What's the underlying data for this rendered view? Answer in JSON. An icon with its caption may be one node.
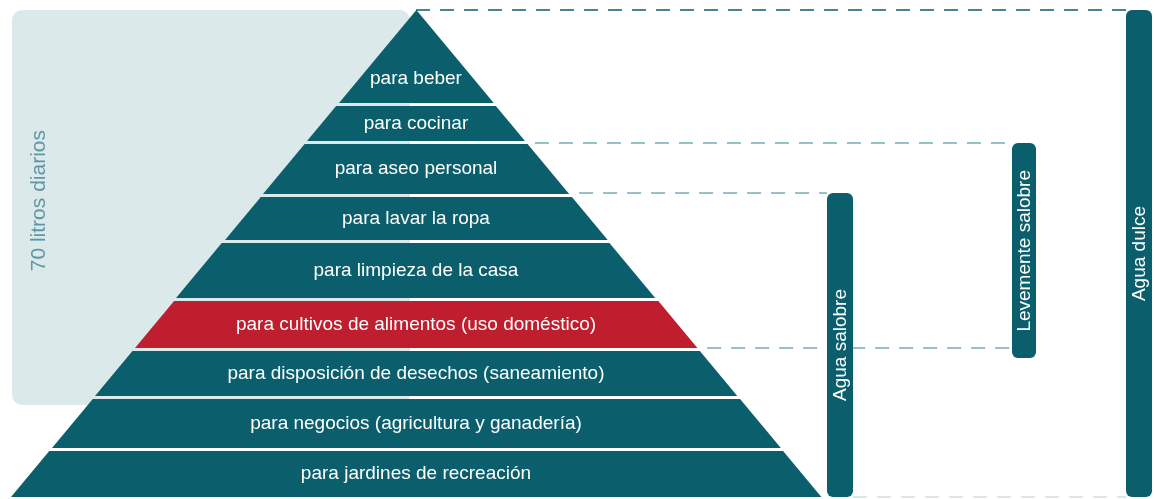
{
  "diagram": {
    "nodes": [
      {
        "text": [
          "para beber"
        ]
      },
      {
        "text": [
          "para cocinar"
        ]
      },
      {
        "text": [
          "para aseo personal"
        ]
      },
      {
        "text": [
          "para lavar la ropa"
        ]
      },
      {
        "text": [
          "para limpieza de la casa"
        ]
      },
      {
        "text": [
          "para cultivos de alimentos (uso doméstico)"
        ]
      },
      {
        "text": [
          "para disposición de desechos (saneamiento)"
        ]
      },
      {
        "text": [
          "para negocios (agricultura y ganadería)"
        ]
      },
      {
        "text": [
          "para jardines de recreación"
        ]
      },
      {
        "text": [
          "70 litros diarios"
        ]
      },
      {
        "text": [
          "Agua salobre"
        ]
      },
      {
        "text": [
          "Levemente salobre"
        ]
      },
      {
        "text": [
          "Agua dulce"
        ]
      }
    ],
    "edges": [
      {
        "from": 0,
        "to": 12,
        "arrow": "none",
        "style": "dashed",
        "color": "#0b5f6d"
      },
      {
        "from": 1,
        "to": 11,
        "arrow": "none",
        "style": "dashed"
      },
      {
        "from": 2,
        "to": 10,
        "arrow": "none",
        "style": "dashed"
      },
      {
        "from": 5,
        "to": 11,
        "arrow": "none",
        "style": "dashed"
      },
      {
        "from": 10,
        "to": 12,
        "arrow": "none",
        "style": "dashed",
        "color": "#cfe0e4"
      }
    ]
  }
}
